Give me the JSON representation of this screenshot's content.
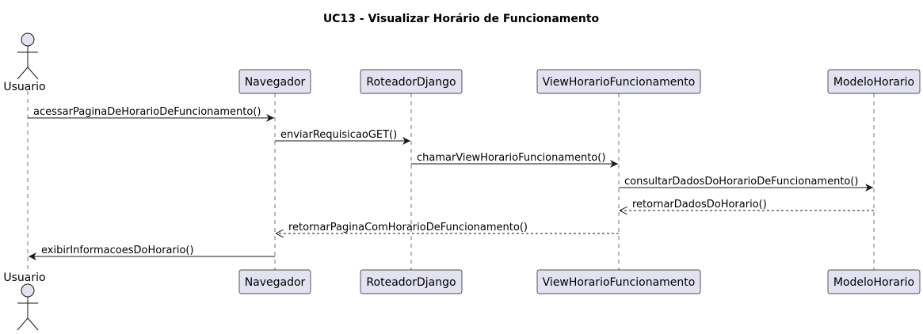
{
  "diagram": {
    "title": "UC13 - Visualizar Horário de Funcionamento",
    "colors": {
      "participant_fill": "#E2E2F0",
      "line": "#181818",
      "text": "#000000",
      "background": "#ffffff"
    },
    "participants": [
      {
        "id": "usuario",
        "label": "Usuario",
        "kind": "actor"
      },
      {
        "id": "navegador",
        "label": "Navegador",
        "kind": "participant"
      },
      {
        "id": "roteador",
        "label": "RoteadorDjango",
        "kind": "participant"
      },
      {
        "id": "view",
        "label": "ViewHorarioFuncionamento",
        "kind": "participant"
      },
      {
        "id": "modelo",
        "label": "ModeloHorario",
        "kind": "participant"
      }
    ],
    "messages": [
      {
        "from": "usuario",
        "to": "navegador",
        "label": "acessarPaginaDeHorarioDeFuncionamento()",
        "style": "sync"
      },
      {
        "from": "navegador",
        "to": "roteador",
        "label": "enviarRequisicaoGET()",
        "style": "sync"
      },
      {
        "from": "roteador",
        "to": "view",
        "label": "chamarViewHorarioFuncionamento()",
        "style": "sync"
      },
      {
        "from": "view",
        "to": "modelo",
        "label": "consultarDadosDoHorarioDeFuncionamento()",
        "style": "sync"
      },
      {
        "from": "modelo",
        "to": "view",
        "label": "retornarDadosDoHorario()",
        "style": "reply"
      },
      {
        "from": "view",
        "to": "navegador",
        "label": "retornarPaginaComHorarioDeFuncionamento()",
        "style": "reply"
      },
      {
        "from": "navegador",
        "to": "usuario",
        "label": "exibirInformacoesDoHorario()",
        "style": "sync"
      }
    ]
  }
}
